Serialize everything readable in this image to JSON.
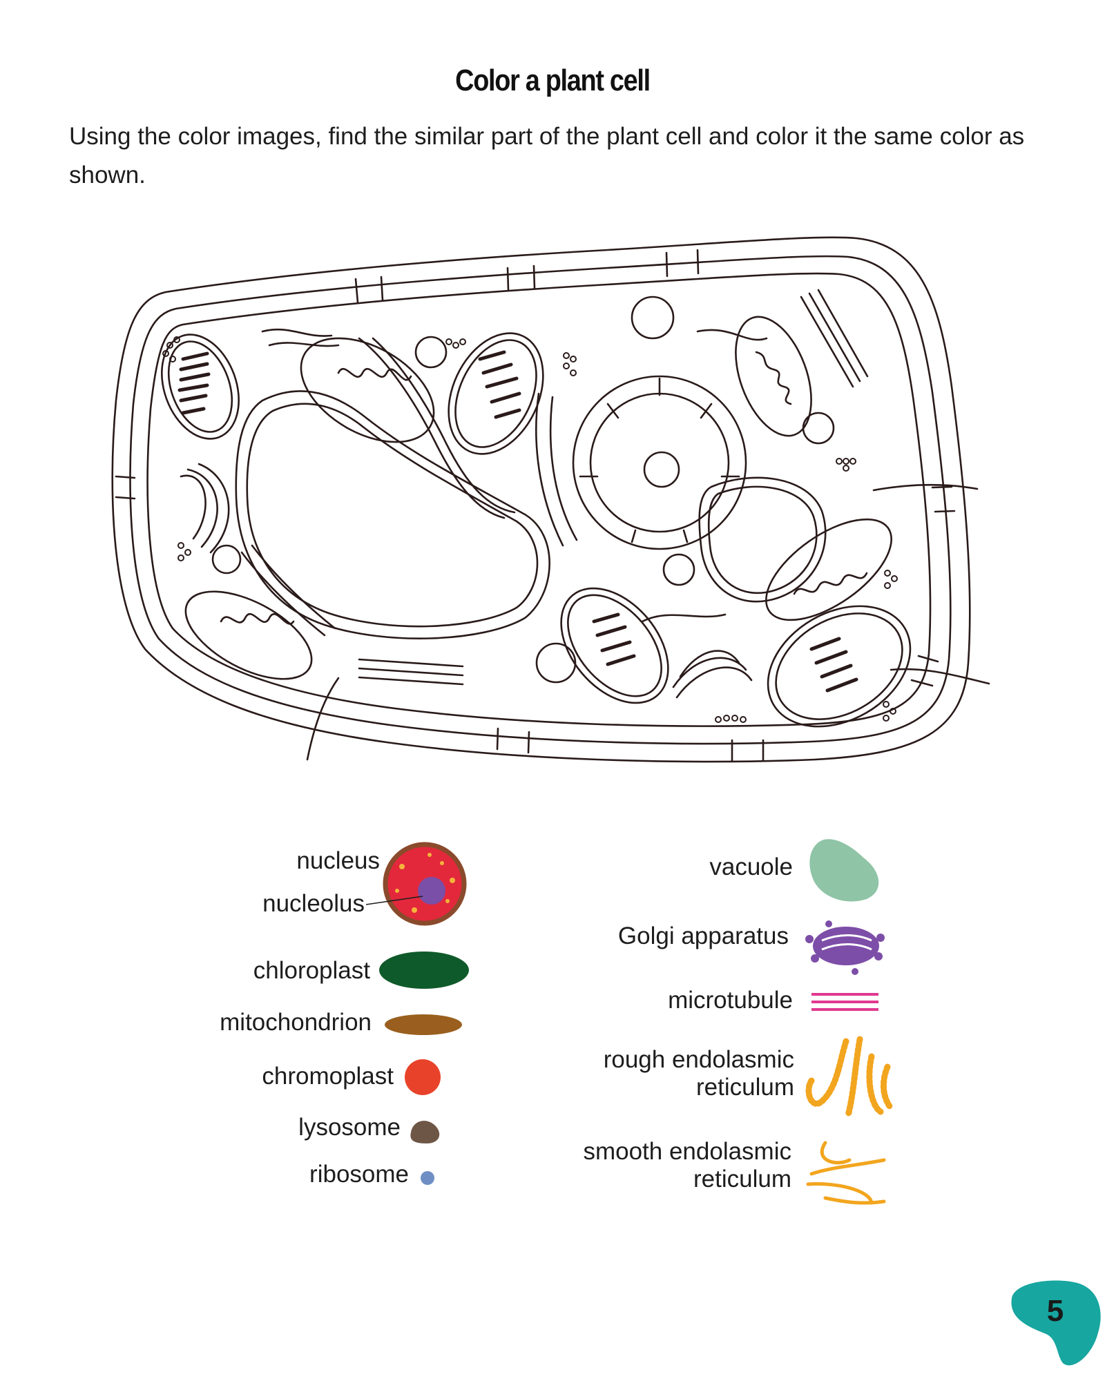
{
  "page": {
    "title": "Color a plant cell",
    "instructions": "Using the color images, find the similar part of the plant cell and color it the same color as shown.",
    "page_number": "5"
  },
  "legend": {
    "left": [
      {
        "label": "nucleus",
        "color": "#e3283c",
        "ring": "#8a4a2c",
        "icon": "nucleus-swatch-icon"
      },
      {
        "label": "nucleolus",
        "color": "#7a4fa8",
        "icon": "nucleolus-swatch-icon"
      },
      {
        "label": "chloroplast",
        "color": "#0f5a2a",
        "icon": "chloroplast-swatch-icon"
      },
      {
        "label": "mitochondrion",
        "color": "#9a5f1e",
        "icon": "mitochondrion-swatch-icon"
      },
      {
        "label": "chromoplast",
        "color": "#e8432a",
        "icon": "chromoplast-swatch-icon"
      },
      {
        "label": "lysosome",
        "color": "#6e5646",
        "icon": "lysosome-swatch-icon"
      },
      {
        "label": "ribosome",
        "color": "#6f8fc4",
        "icon": "ribosome-swatch-icon"
      }
    ],
    "right": [
      {
        "label": "vacuole",
        "color": "#8fc4a6",
        "icon": "vacuole-swatch-icon"
      },
      {
        "label": "Golgi apparatus",
        "color": "#7d4ea8",
        "icon": "golgi-swatch-icon"
      },
      {
        "label": "microtubule",
        "color": "#e0398f",
        "icon": "microtubule-swatch-icon"
      },
      {
        "label_line1": "rough endolasmic",
        "label_line2": "reticulum",
        "color": "#f2a51e",
        "icon": "rough-er-swatch-icon"
      },
      {
        "label_line1": "smooth endolasmic",
        "label_line2": "reticulum",
        "color": "#f2a51e",
        "icon": "smooth-er-swatch-icon"
      }
    ]
  },
  "colors": {
    "page_tab": "#17a6a0",
    "outline": "#2a1a1a"
  }
}
